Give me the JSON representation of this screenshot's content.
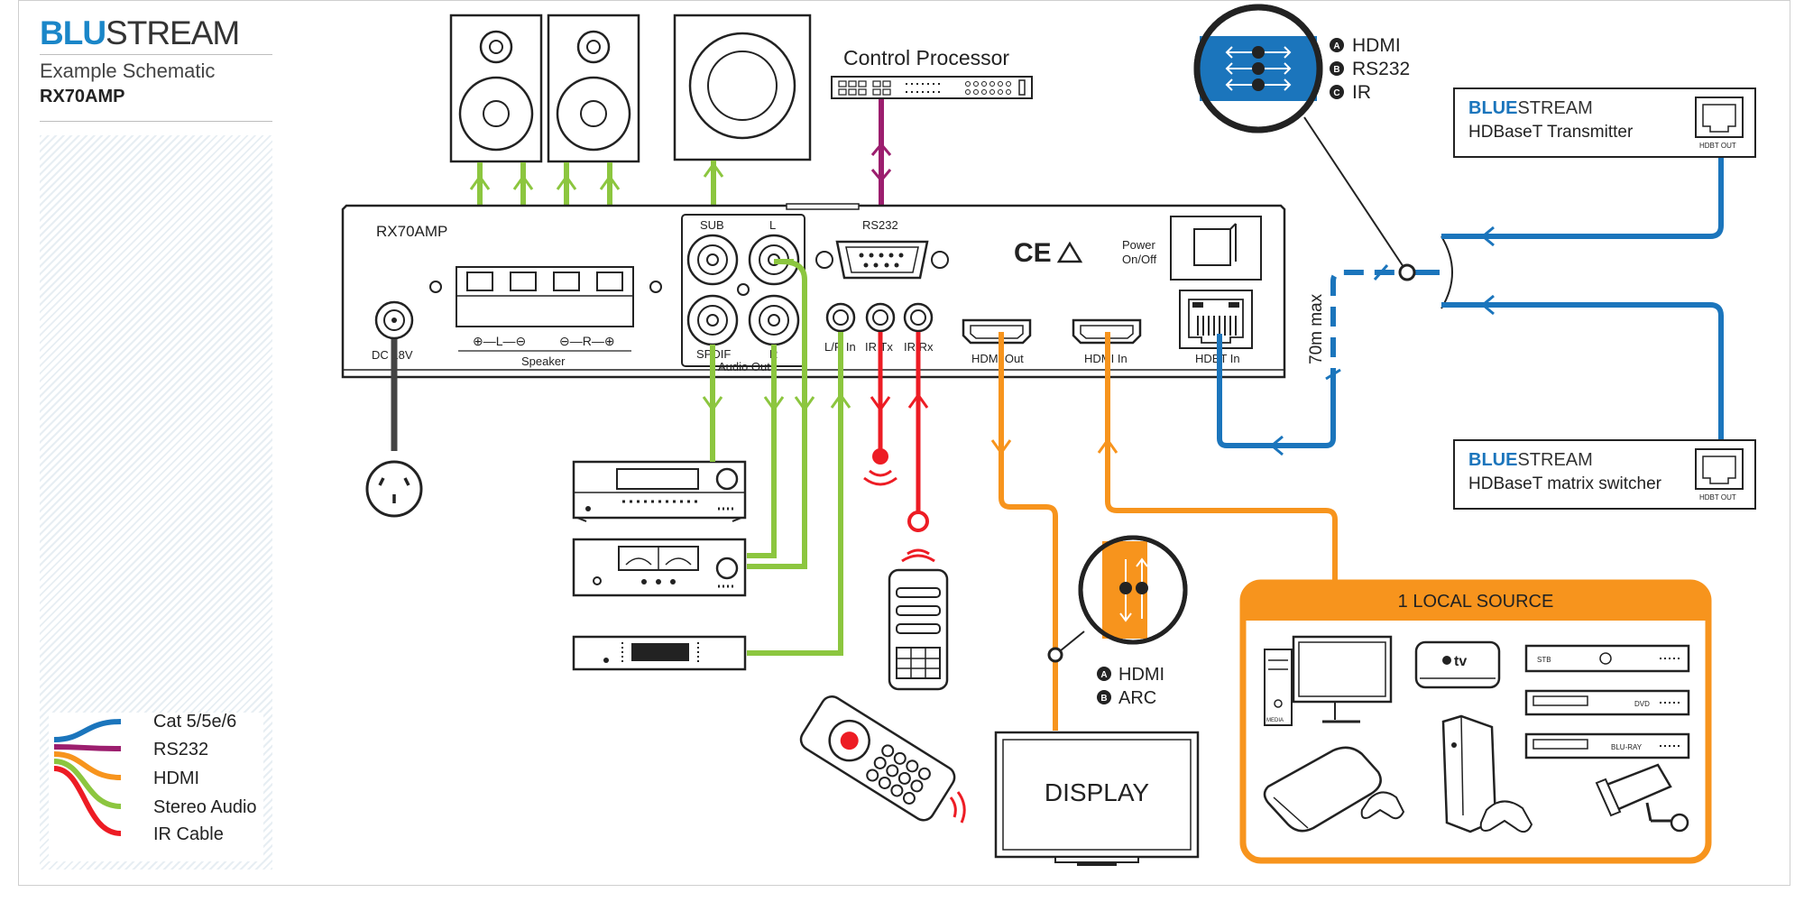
{
  "brand": {
    "logo_bold": "BLU",
    "logo_light": "STREAM",
    "subtitle": "Example Schematic",
    "model": "RX70AMP"
  },
  "legend": {
    "items": [
      {
        "label": "Cat 5/5e/6",
        "color": "#1b75bc"
      },
      {
        "label": "RS232",
        "color": "#9c1e6e"
      },
      {
        "label": "HDMI",
        "color": "#f7941d"
      },
      {
        "label": "Stereo Audio",
        "color": "#8cc63f"
      },
      {
        "label": "IR Cable",
        "color": "#ed1c24"
      }
    ]
  },
  "device": {
    "name": "RX70AMP",
    "dc": "DC 18V",
    "speaker": "Speaker",
    "speaker_polarity_left": "⊕—L—⊖",
    "speaker_polarity_right": "⊖—R—⊕",
    "sub": "SUB",
    "l": "L",
    "spdif": "SPDIF",
    "r": "R",
    "audio_out": "Audio Out",
    "rs232": "RS232",
    "lr_in": "L/R In",
    "ir_tx": "IR Tx",
    "ir_rx": "IR Rx",
    "hdmi_out": "HDMI Out",
    "hdmi_in": "HDMI In",
    "hdbt_in": "HDBT In",
    "power_line1": "Power",
    "power_line2": "On/Off",
    "ce_mark": "CE"
  },
  "control_processor": "Control Processor",
  "distance": "70m max",
  "cat_callout": {
    "items": [
      {
        "letter": "A",
        "label": "HDMI"
      },
      {
        "letter": "B",
        "label": "RS232"
      },
      {
        "letter": "C",
        "label": "IR"
      }
    ]
  },
  "hdmi_callout": {
    "items": [
      {
        "letter": "A",
        "label": "HDMI"
      },
      {
        "letter": "B",
        "label": "ARC"
      }
    ]
  },
  "transmitter": {
    "logo_bold": "BLUE",
    "logo_light": "STREAM",
    "label": "HDBaseT Transmitter",
    "port": "HDBT OUT"
  },
  "matrix": {
    "logo_bold": "BLUE",
    "logo_light": "STREAM",
    "label": "HDBaseT matrix switcher",
    "port": "HDBT OUT"
  },
  "display": "DISPLAY",
  "local_source": {
    "title": "1 LOCAL SOURCE",
    "media_label": "MEDIA",
    "appletv_label": "tv",
    "stb_label": "STB",
    "dvd_label": "DVD",
    "bluray_label": "BLU-RAY"
  }
}
